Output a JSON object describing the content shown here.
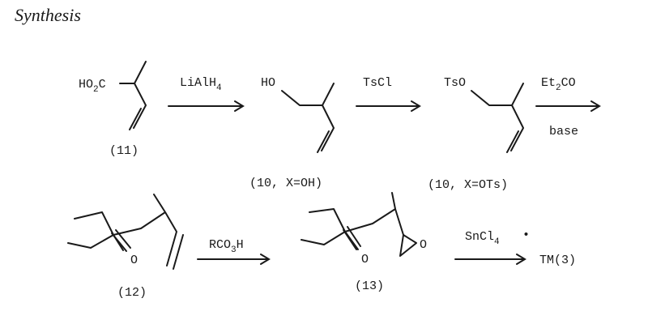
{
  "title": "Synthesis",
  "compounds": {
    "c11": {
      "group": "HO",
      "sub": "2",
      "tail": "C",
      "label": "(11)"
    },
    "c10a": {
      "group": "HO",
      "label": "(10, X=OH)"
    },
    "c10b": {
      "group": "TsO",
      "label": "(10, X=OTs)"
    },
    "c12": {
      "o": "O",
      "label": "(12)"
    },
    "c13": {
      "o": "O",
      "epox_o": "O",
      "label": "(13)"
    }
  },
  "reagents": {
    "r1": {
      "a": "LiAlH",
      "sub": "4"
    },
    "r2": {
      "a": "TsCl"
    },
    "r3": {
      "pre": "Et",
      "sub": "2",
      "post": "CO",
      "below": "base"
    },
    "r4": {
      "a": "RCO",
      "sub": "3",
      "b": "H"
    },
    "r5": {
      "a": "SnCl",
      "sub": "4"
    }
  },
  "product": "TM(3)",
  "mark": "•"
}
